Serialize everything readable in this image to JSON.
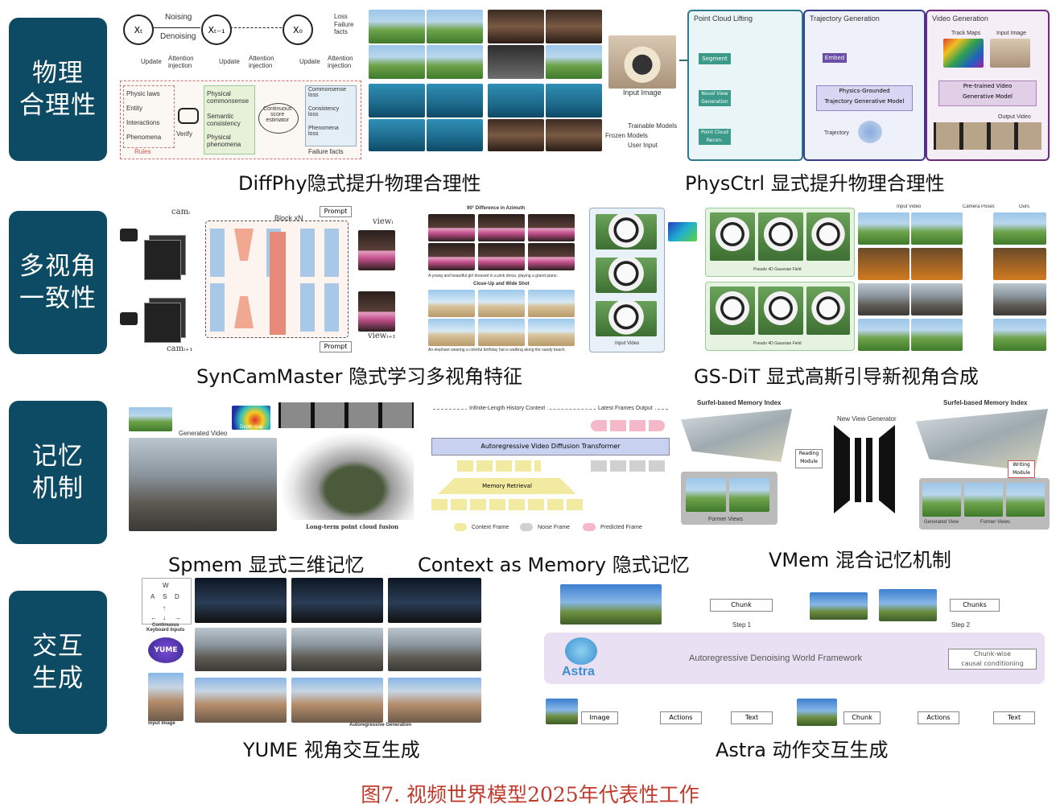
{
  "rows": [
    {
      "label": "物理\n合理性"
    },
    {
      "label": "多视角\n一致性"
    },
    {
      "label": "记忆\n机制"
    },
    {
      "label": "交互\n生成"
    }
  ],
  "captions": {
    "diffphy": "DiffPhy隐式提升物理合理性",
    "physctrl": "PhysCtrl 显式提升物理合理性",
    "syncam": "SynCamMaster 隐式学习多视角特征",
    "gsdit": "GS-DiT 显式高斯引导新视角合成",
    "spmem": "Spmem 显式三维记忆",
    "context": "Context as Memory 隐式记忆",
    "vmem": "VMem 混合记忆机制",
    "yume": "YUME 视角交互生成",
    "astra": "Astra 动作交互生成"
  },
  "figure_caption": "图7. 视频世界模型2025年代表性工作",
  "diffphy": {
    "nodes": [
      "Xₜ",
      "Xₜ₋₁",
      "X₀"
    ],
    "noising": "Noising",
    "denoising": "Denoising",
    "update": "Update",
    "attention": "Attention\ninjection",
    "loss": "Loss",
    "failure": "Failure\nfacts",
    "left_items": [
      "Physic laws",
      "Entity",
      "Interactions",
      "Phenomena"
    ],
    "rules": "Rules",
    "verify": "Verify",
    "mid_items": [
      "Physical\ncommonsense",
      "Semantic\nconsistency",
      "Physical\nphenomena"
    ],
    "estimator": "Continuous\nscore\nestimator",
    "losses": [
      "Commonsense\nloss",
      "Consistency\nloss",
      "Phenomena\nloss"
    ],
    "failure_facts": "Failure facts"
  },
  "physctrl": {
    "sections": [
      "Point Cloud Lifting",
      "Trajectory Generation",
      "Video Generation"
    ],
    "input_image": "Input Image",
    "segment": "Segment",
    "novel_view": "Novel View\nGeneration",
    "point_cloud": "Point Cloud\nRecon.",
    "embed": "Embed",
    "traj_model": "Physics-Grounded\nTrajectory Generative Model",
    "trajectory": "Trajectory",
    "pretrained": "Pre-trained Video\nGenerative Model",
    "output_video": "Output Video",
    "track_maps": "Track Maps",
    "input_image2": "Input Image",
    "legend": [
      "Trainable Models",
      "Frozen Models",
      "User Input"
    ]
  },
  "syncam": {
    "cam_top": "camᵢ",
    "cam_bottom": "camᵢ₊₁",
    "block": "Block xN",
    "prompt": "Prompt",
    "view_top": "viewᵢ",
    "view_bottom": "viewᵢ₊₁",
    "diff_azimuth": "90° Difference in Azimuth",
    "closeup": "Close-Up and Wide Shot",
    "caption1": "A young and beautiful girl dressed in a pink dress, playing a grand piano.",
    "caption2": "An elephant wearing a colorful birthday hat is walking along the sandy beach."
  },
  "gsdit": {
    "input_video": "Input Video",
    "gaussian_field": "Pseudo 4D Gaussian Field",
    "headers": [
      "Input Video",
      "Camera Poses",
      "Ours"
    ]
  },
  "spmem": {
    "generated_video": "Generated Video",
    "depth_map": "Depth map",
    "fusion": "Long-term point cloud fusion"
  },
  "context": {
    "history": "Infinite-Length History Context",
    "latest": "Latest Frames Output",
    "transformer": "Autoregressive Video Diffusion Transformer",
    "retrieval": "Memory Retrieval",
    "legend": [
      "Context Frame",
      "Noise Frame",
      "Predicted Frame"
    ]
  },
  "vmem": {
    "index_left": "Surfel-based Memory Index",
    "index_right": "Surfel-based Memory Index",
    "generator": "New View Generator",
    "reading": "Reading\nModule",
    "writing": "Writing\nModule",
    "former": "Former Views",
    "generated": "Generated View",
    "former2": "Former Views"
  },
  "yume": {
    "keyboard": "Continuous\nKeyboard Inputs",
    "logo": "YUME",
    "input_image": "Input Image",
    "autoregressive": "Autoregressive Generation",
    "keys": [
      "W",
      "A",
      "S",
      "D",
      "↑",
      "←",
      "↓",
      "→"
    ]
  },
  "astra": {
    "logo": "Astra",
    "framework": "Autoregressive Denoising World Framework",
    "conditioning": "Chunk-wise\ncausal conditioning",
    "chunk": "Chunk",
    "chunks": "Chunks",
    "step1": "Step 1",
    "step2": "Step 2",
    "bottom": [
      "Image",
      "Actions",
      "Text",
      "Chunk",
      "Actions",
      "Text"
    ]
  },
  "colors": {
    "label_bg": "#0d4a63",
    "fig_caption": "#c0392b"
  }
}
